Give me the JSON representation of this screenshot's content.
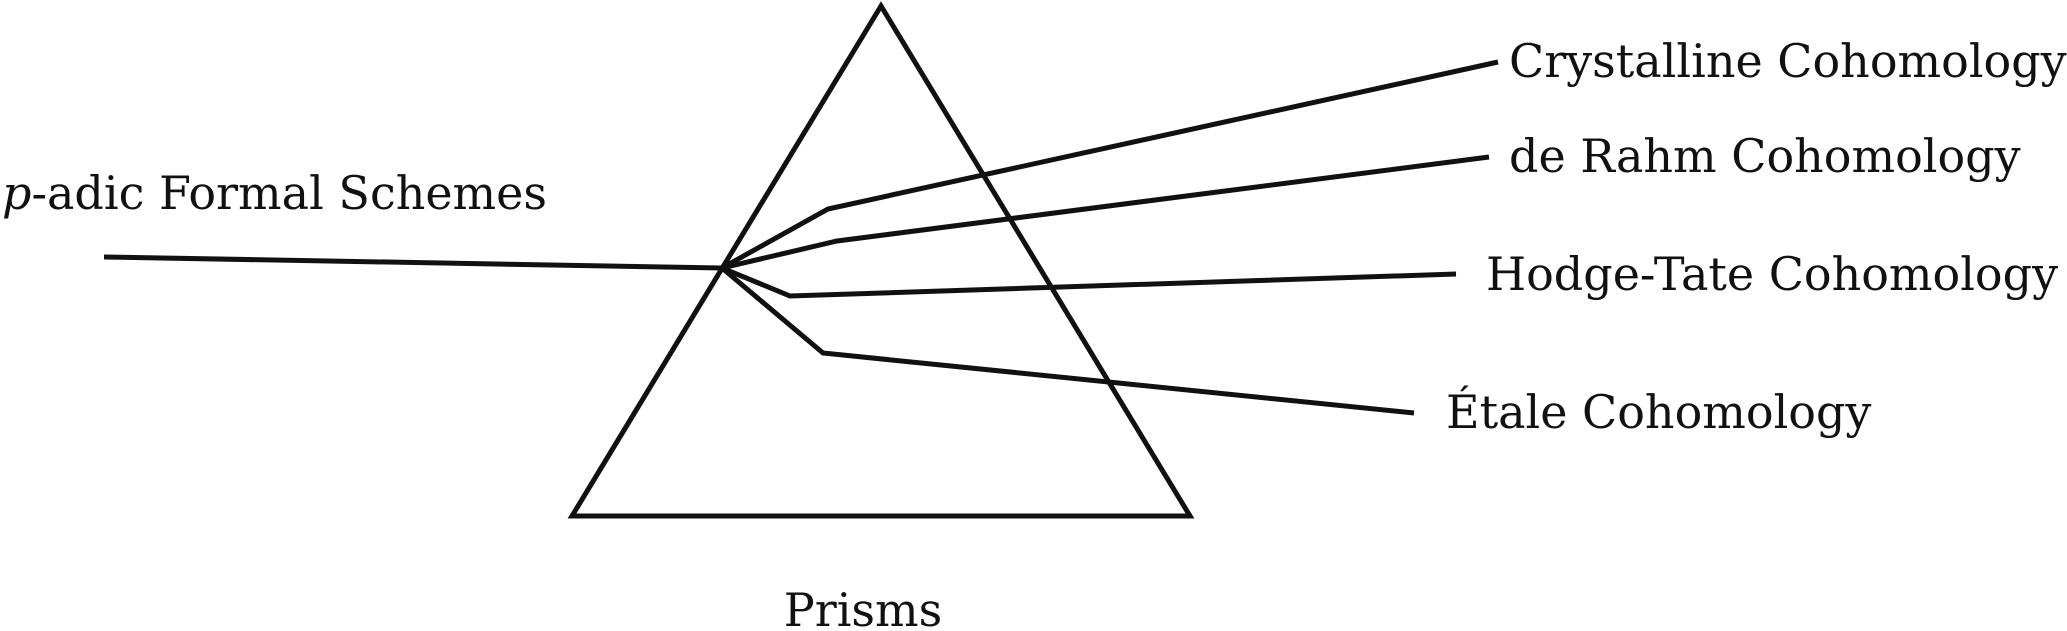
{
  "diagram": {
    "input_label": {
      "variable": "p",
      "rest": "-adic Formal Schemes"
    },
    "prism_label": "Prisms",
    "output_labels": [
      "Crystalline Cohomology",
      "de Rahm Cohomology",
      "Hodge-Tate Cohomology",
      "Étale Cohomology"
    ]
  }
}
